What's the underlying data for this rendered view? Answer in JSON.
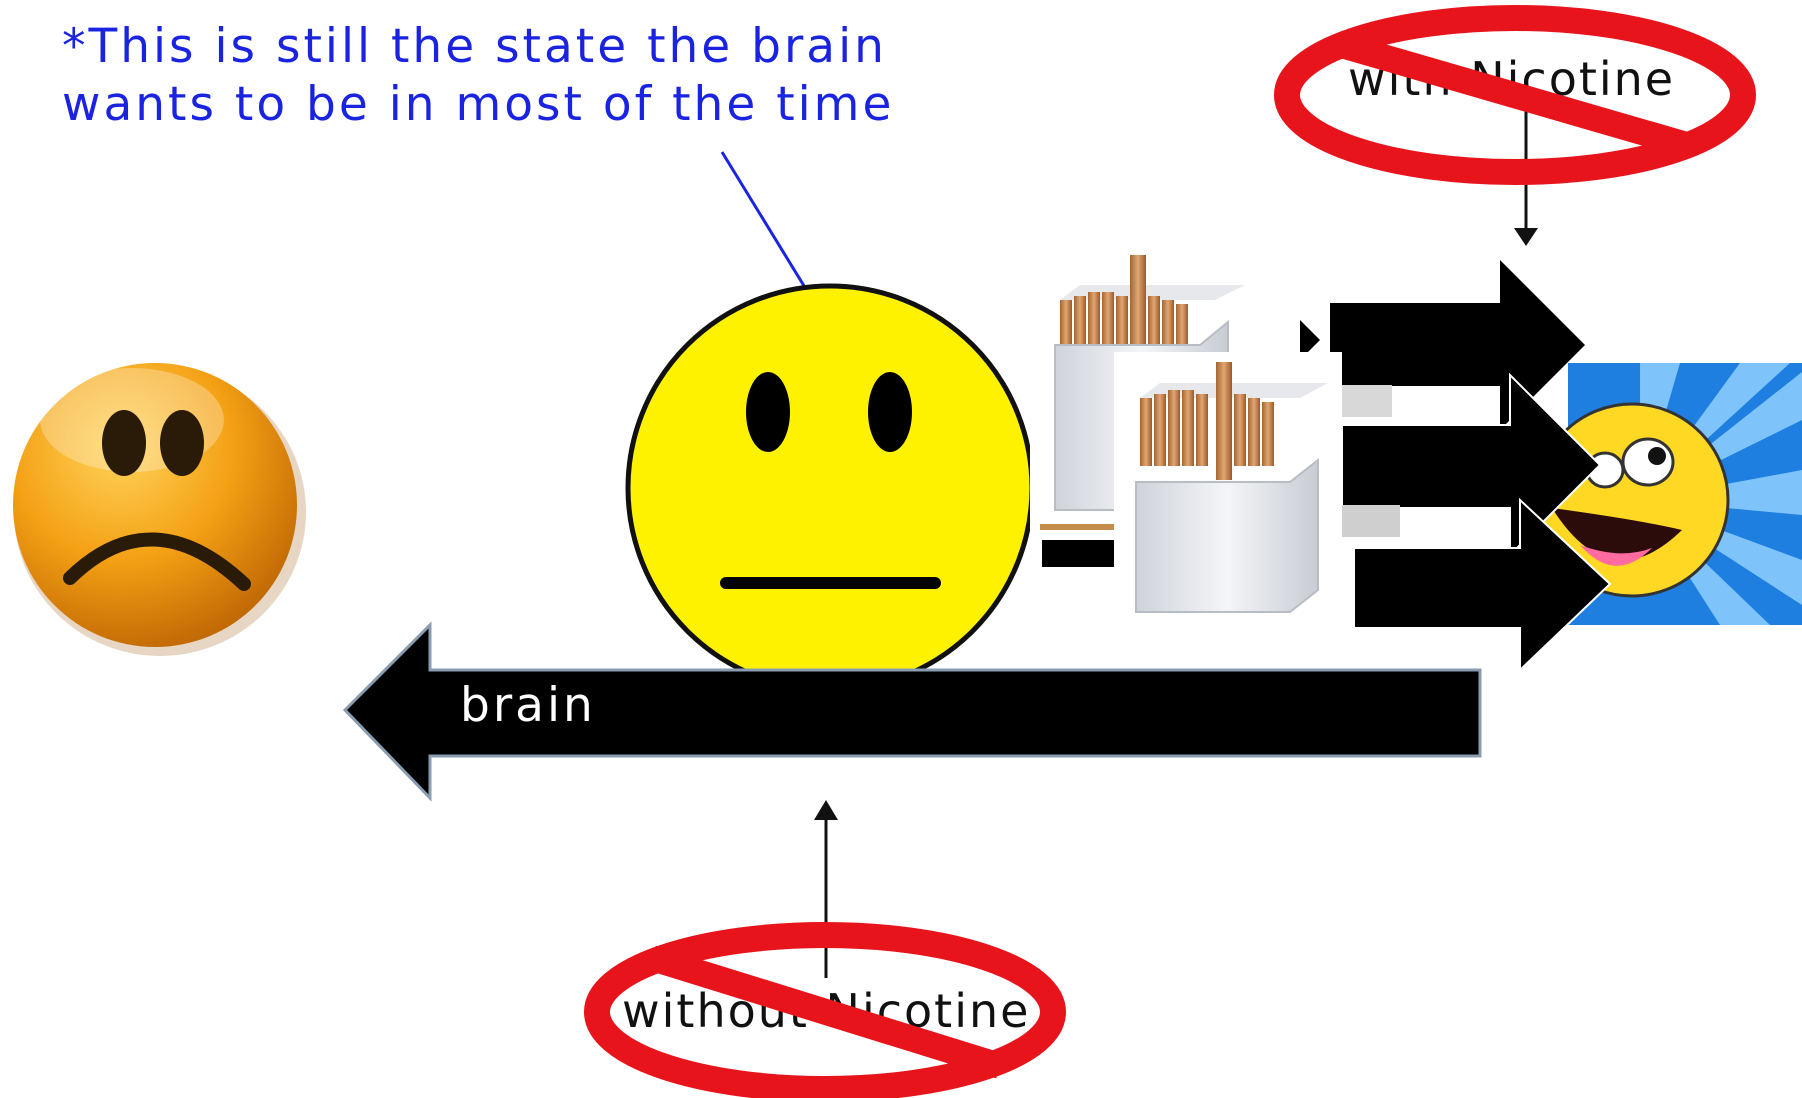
{
  "annotation": {
    "text": "*This is still the state the brain\nwants to be in most of the time"
  },
  "labels": {
    "with_nicotine": "with Nicotine",
    "without_nicotine": "without Nicotine",
    "brain": "brain"
  },
  "faces": {
    "sad": "sad-face",
    "neutral": "neutral-face",
    "happy": "happy-face"
  },
  "colors": {
    "annotation_text": "#1a24e0",
    "prohibition_red": "#e8141b",
    "neutral_face_yellow": "#fff200",
    "sad_face_orange": "#f4a014",
    "happy_face_yellow": "#ffd823",
    "happy_background_blue": "#1e7fe0",
    "arrow_fill": "#000000"
  }
}
